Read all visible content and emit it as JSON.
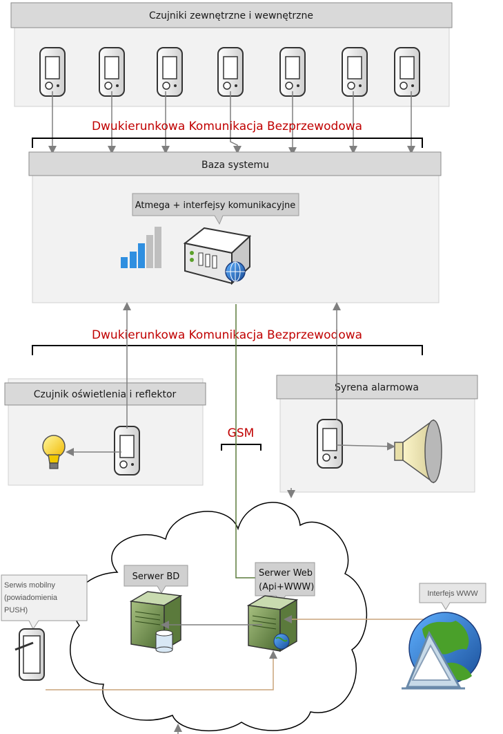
{
  "sensors_panel": {
    "title": "Czujniki zewnętrzne i wewnętrzne",
    "device_count": 7
  },
  "comm_label_top": "Dwukierunkowa Komunikacja Bezprzewodowa",
  "comm_label_bottom": "Dwukierunkowa Komunikacja Bezprzewodowa",
  "base": {
    "title": "Baza systemu",
    "callout": "Atmega + interfejsy komunikacyjne"
  },
  "light_panel": {
    "title": "Czujnik oświetlenia i reflektor"
  },
  "siren_panel": {
    "title": "Syrena alarmowa"
  },
  "gsm_label": "GSM",
  "cloud": {
    "db_server": "Serwer BD",
    "web_server_line1": "Serwer Web",
    "web_server_line2": "(Api+WWW)"
  },
  "mobile": {
    "line1": "Serwis mobilny",
    "line2": "(powiadomienia",
    "line3": "PUSH)"
  },
  "www_label": "Interfejs WWW",
  "colors": {
    "panel_fill": "#f2f2f2",
    "header_fill": "#d9d9d9",
    "comm_red": "#c00000",
    "gsm_green": "#5a7a3a",
    "web_tan": "#c8a47a",
    "signal_blue": "#2f8fe0",
    "server_green": "#6a8a4a"
  }
}
